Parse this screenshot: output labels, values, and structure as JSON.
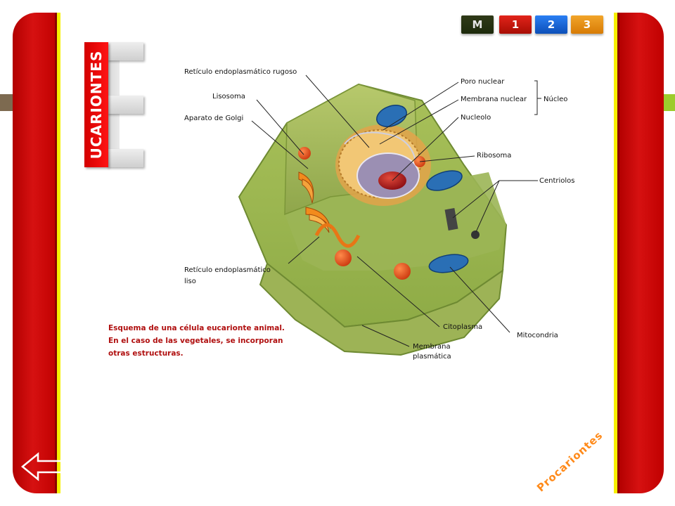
{
  "nav": {
    "tabs": [
      {
        "label": "M"
      },
      {
        "label": "1"
      },
      {
        "label": "2"
      },
      {
        "label": "3"
      }
    ]
  },
  "title": "UCARIONTES",
  "diagram": {
    "labels": {
      "rer": "Retículo endoplasmático rugoso",
      "lisosoma": "Lisosoma",
      "golgi": "Aparato de Golgi",
      "poro": "Poro nuclear",
      "membrana_nuclear": "Membrana nuclear",
      "nucleo": "Núcleo",
      "nucleolo": "Nucleolo",
      "ribosoma": "Ribosoma",
      "centriolos": "Centriolos",
      "rel_line1": "Retículo endoplasmático",
      "rel_line2": "liso",
      "citoplasma": "Citoplasma",
      "mitocondria": "Mitocondria",
      "membrana_plasmatica_line1": "Membrana",
      "membrana_plasmatica_line2": "plasmática"
    }
  },
  "caption": {
    "line1": "Esquema de una célula eucarionte animal.",
    "line2": "En el caso de las vegetales, se incorporan",
    "line3": "otras estructuras."
  },
  "next_link": "Procariontes",
  "colors": {
    "panel_red": "#c00000",
    "stripe_yellow": "#f6f000",
    "caption": "#b01010",
    "next_link": "#ff8a1a",
    "tab_m": "#1d2a0c",
    "tab_1": "#c8140a",
    "tab_2": "#1a66dc",
    "tab_3": "#ee9516"
  },
  "icons": {
    "back": "left-arrow-icon"
  }
}
